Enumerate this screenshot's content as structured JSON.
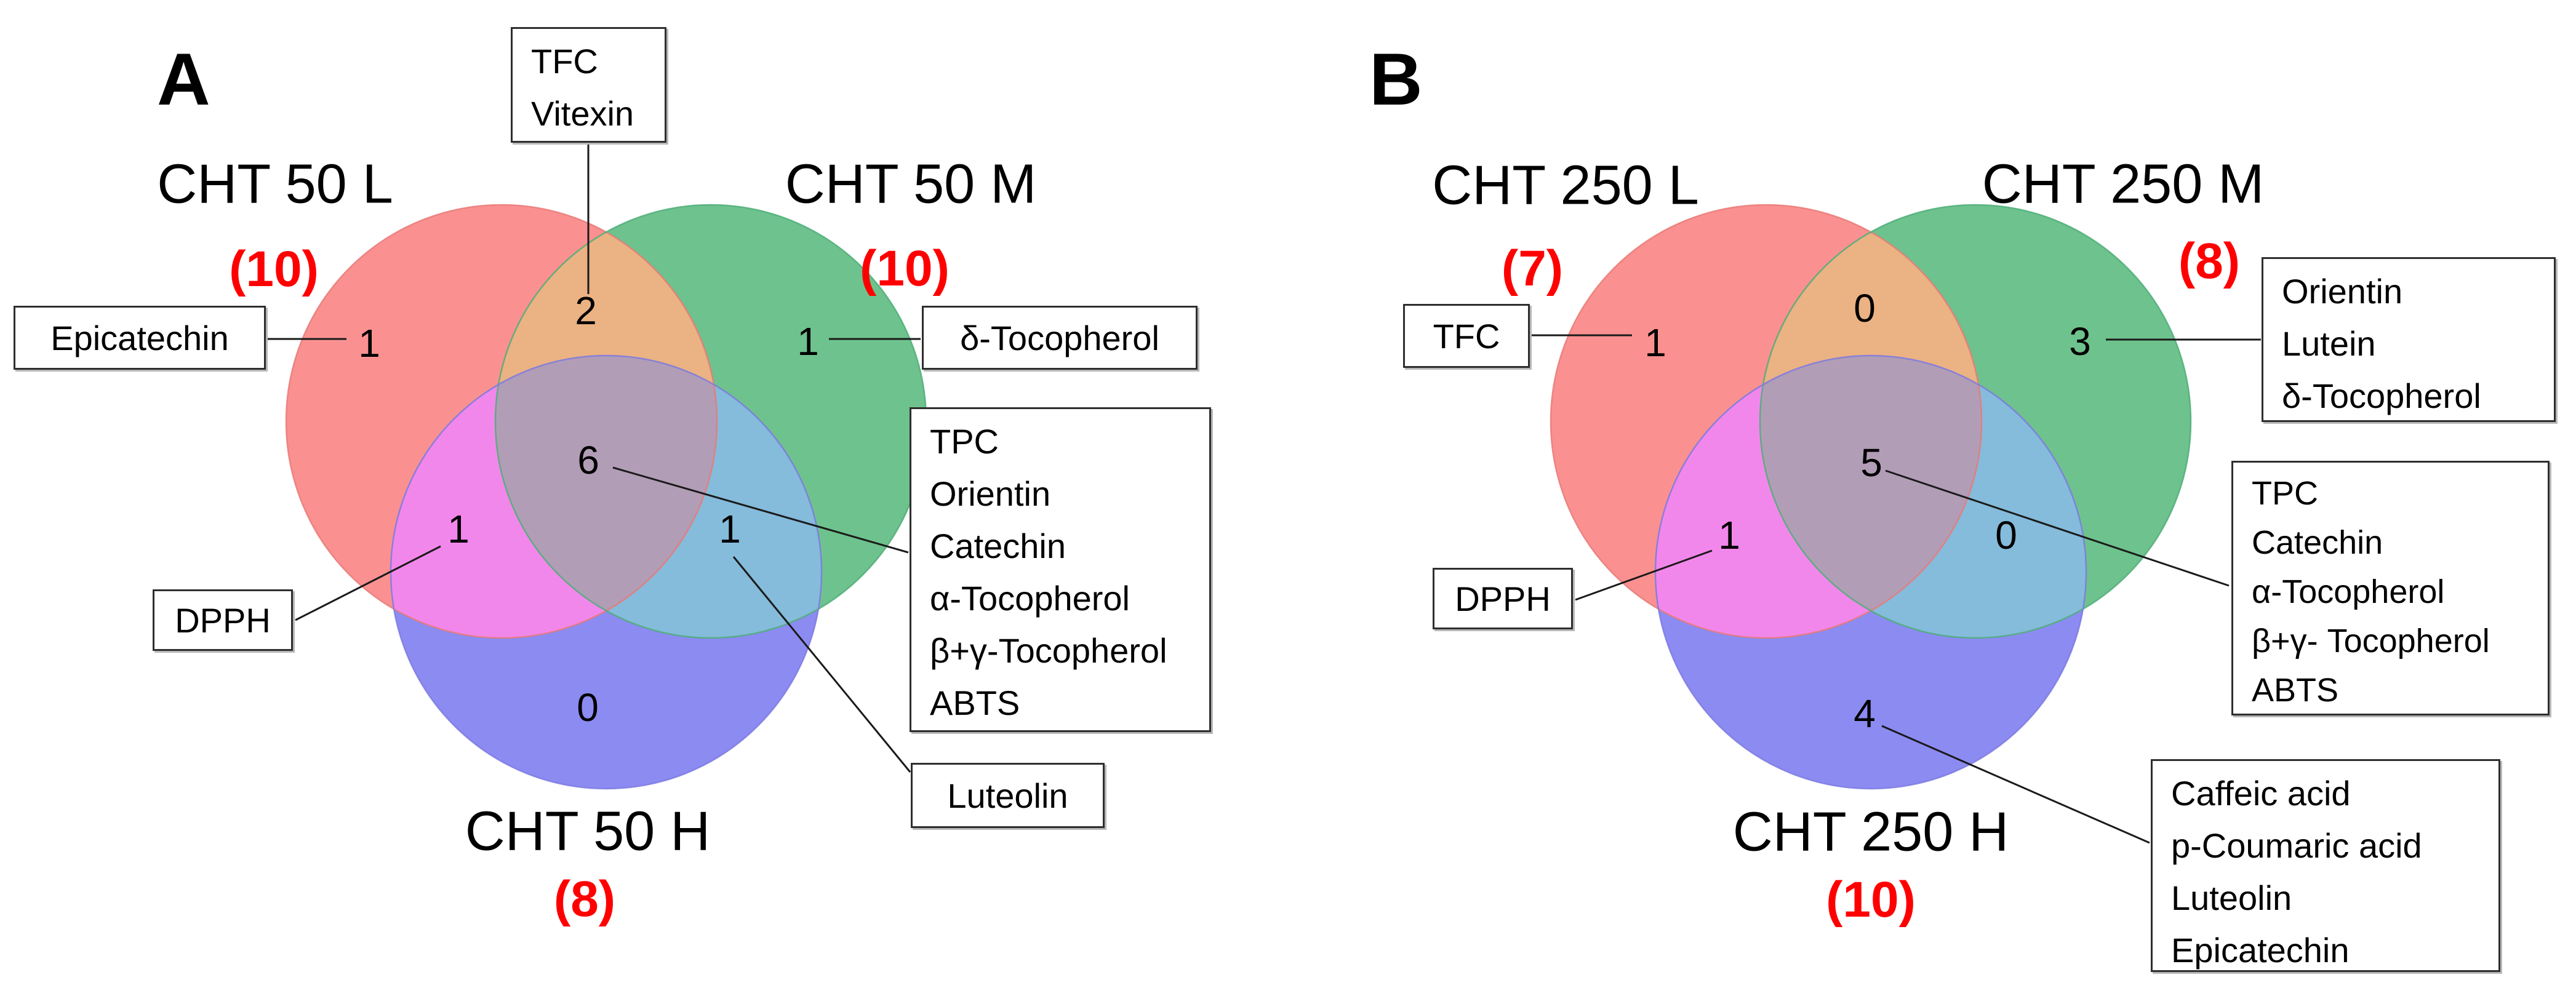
{
  "colors": {
    "set_l": "#FA9190",
    "set_m": "#6EC28D",
    "set_h": "#8B8BF2",
    "overlap_lm": "#EBB283",
    "overlap_lh": "#F287EB",
    "overlap_mh": "#85BBDB",
    "overlap_center": "#B29DB6",
    "count_red": "#FF0000",
    "box_border": "#2E2E2E",
    "connector_line": "#1A1A1A"
  },
  "chart_data": {
    "type": "venn",
    "panels": [
      {
        "letter": "A",
        "set_labels": {
          "l": "CHT 50 L",
          "m": "CHT 50 M",
          "h": "CHT 50 H"
        },
        "set_counts": {
          "l": "(10)",
          "m": "(10)",
          "h": "(8)"
        },
        "region_values": {
          "l_only": "1",
          "lm": "2",
          "m_only": "1",
          "center": "6",
          "lh": "1",
          "mh": "1",
          "h_only": "0"
        },
        "callouts": {
          "lm_box": "TFC\nVitexin",
          "l_box": "Epicatechin",
          "m_box": "δ-Tocopherol",
          "center_box": "TPC\nOrientin\nCatechin\nα-Tocopherol\nβ+γ-Tocopherol\nABTS",
          "lh_box": "DPPH",
          "mh_box": "Luteolin"
        }
      },
      {
        "letter": "B",
        "set_labels": {
          "l": "CHT 250 L",
          "m": "CHT 250 M",
          "h": "CHT 250 H"
        },
        "set_counts": {
          "l": "(7)",
          "m": "(8)",
          "h": "(10)"
        },
        "region_values": {
          "l_only": "1",
          "lm": "0",
          "m_only": "3",
          "center": "5",
          "lh": "1",
          "mh": "0",
          "h_only": "4"
        },
        "callouts": {
          "l_box": "TFC",
          "m_box": "Orientin\nLutein\nδ-Tocopherol",
          "center_box": "TPC\nCatechin\nα-Tocopherol\nβ+γ- Tocopherol\nABTS",
          "lh_box": "DPPH",
          "h_box": "Caffeic acid\np-Coumaric acid\nLuteolin\nEpicatechin"
        }
      }
    ]
  }
}
